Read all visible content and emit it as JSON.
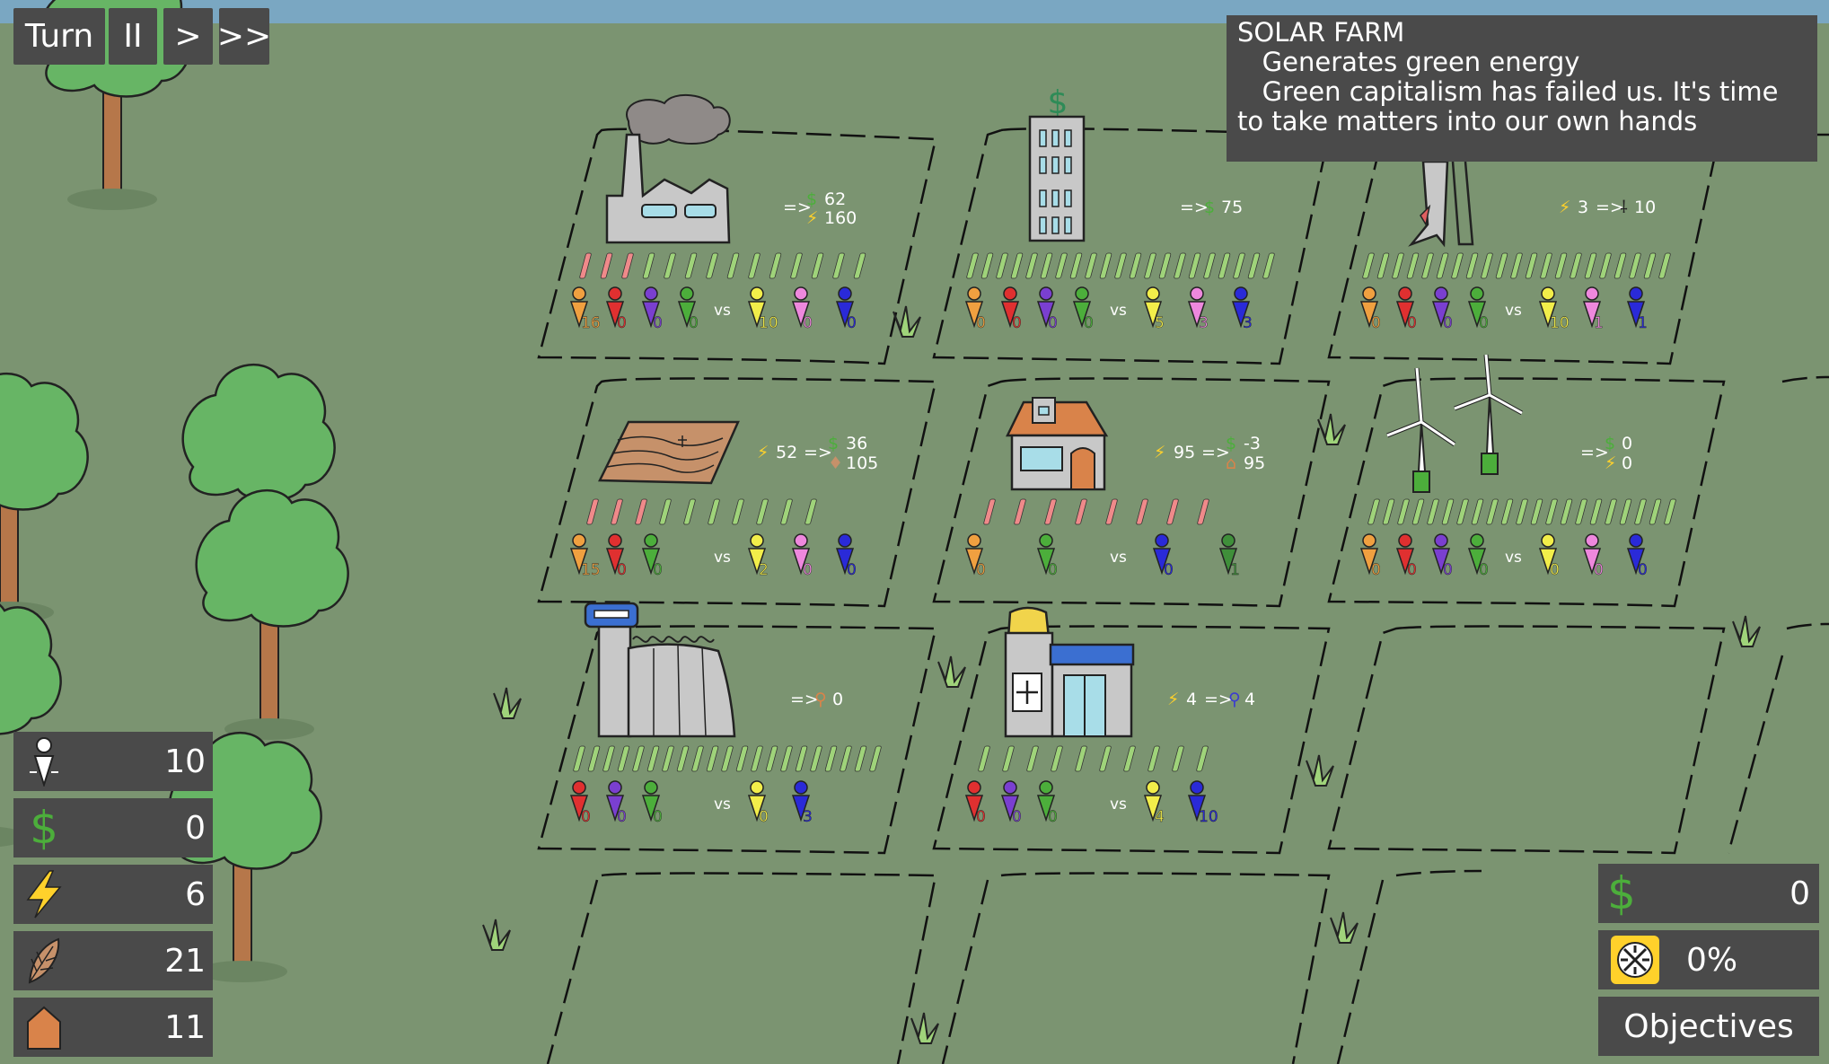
{
  "controls": {
    "turn_label": "Turn",
    "pause_label": "II",
    "step_label": ">",
    "fast_label": ">>"
  },
  "tooltip": {
    "title": "SOLAR FARM",
    "line1": "   Generates green energy",
    "line2": "   Green capitalism has failed us. It's time",
    "line3": "to take matters into our own hands"
  },
  "resources": {
    "population": "10",
    "money": "0",
    "energy": "6",
    "food": "21",
    "housing": "11"
  },
  "right_panel": {
    "money": "0",
    "progress": "0%",
    "objectives_label": "Objectives"
  },
  "vs_label": "vs",
  "arrow_label": "=>",
  "lots": {
    "factory": {
      "out_money": "62",
      "out_energy": "160",
      "left": [
        "16",
        "0",
        "0",
        "0"
      ],
      "right": [
        "10",
        "0",
        "0"
      ]
    },
    "office": {
      "out_money": "75",
      "left": [
        "0",
        "0",
        "0",
        "0"
      ],
      "right": [
        "5",
        "3",
        "3"
      ]
    },
    "rocket": {
      "in_energy": "3",
      "out_science": "10",
      "left": [
        "0",
        "0",
        "0",
        "0"
      ],
      "right": [
        "10",
        "1",
        "1"
      ]
    },
    "farm": {
      "in_energy": "52",
      "out_money": "36",
      "out_food": "105",
      "left": [
        "15",
        "0",
        "0"
      ],
      "right": [
        "2",
        "0",
        "0"
      ]
    },
    "house": {
      "in_energy": "95",
      "out_money": "-3",
      "out_housing": "95",
      "left": [
        "0",
        "0"
      ],
      "right": [
        "0",
        "1"
      ]
    },
    "windfarm": {
      "out_money": "0",
      "out_energy": "0",
      "left": [
        "0",
        "0",
        "0",
        "0"
      ],
      "right": [
        "0",
        "0",
        "0"
      ]
    },
    "prison": {
      "out_worker": "0",
      "left": [
        "0",
        "0",
        "0"
      ],
      "right": [
        "0",
        "3"
      ]
    },
    "police": {
      "in_energy": "4",
      "out_people": "4",
      "left": [
        "0",
        "0",
        "0"
      ],
      "right": [
        "4",
        "10"
      ]
    }
  }
}
